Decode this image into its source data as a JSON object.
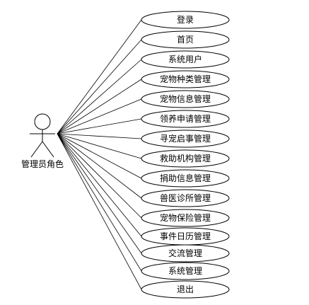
{
  "actor": {
    "name": "管理员角色"
  },
  "use_cases": [
    {
      "label": "登录"
    },
    {
      "label": "首页"
    },
    {
      "label": "系统用户"
    },
    {
      "label": "宠物种类管理"
    },
    {
      "label": "宠物信息管理"
    },
    {
      "label": "领养申请管理"
    },
    {
      "label": "寻宠启事管理"
    },
    {
      "label": "救助机构管理"
    },
    {
      "label": "捐助信息管理"
    },
    {
      "label": "兽医诊所管理"
    },
    {
      "label": "宠物保险管理"
    },
    {
      "label": "事件日历管理"
    },
    {
      "label": "交流管理"
    },
    {
      "label": "系统管理"
    },
    {
      "label": "退出"
    }
  ]
}
